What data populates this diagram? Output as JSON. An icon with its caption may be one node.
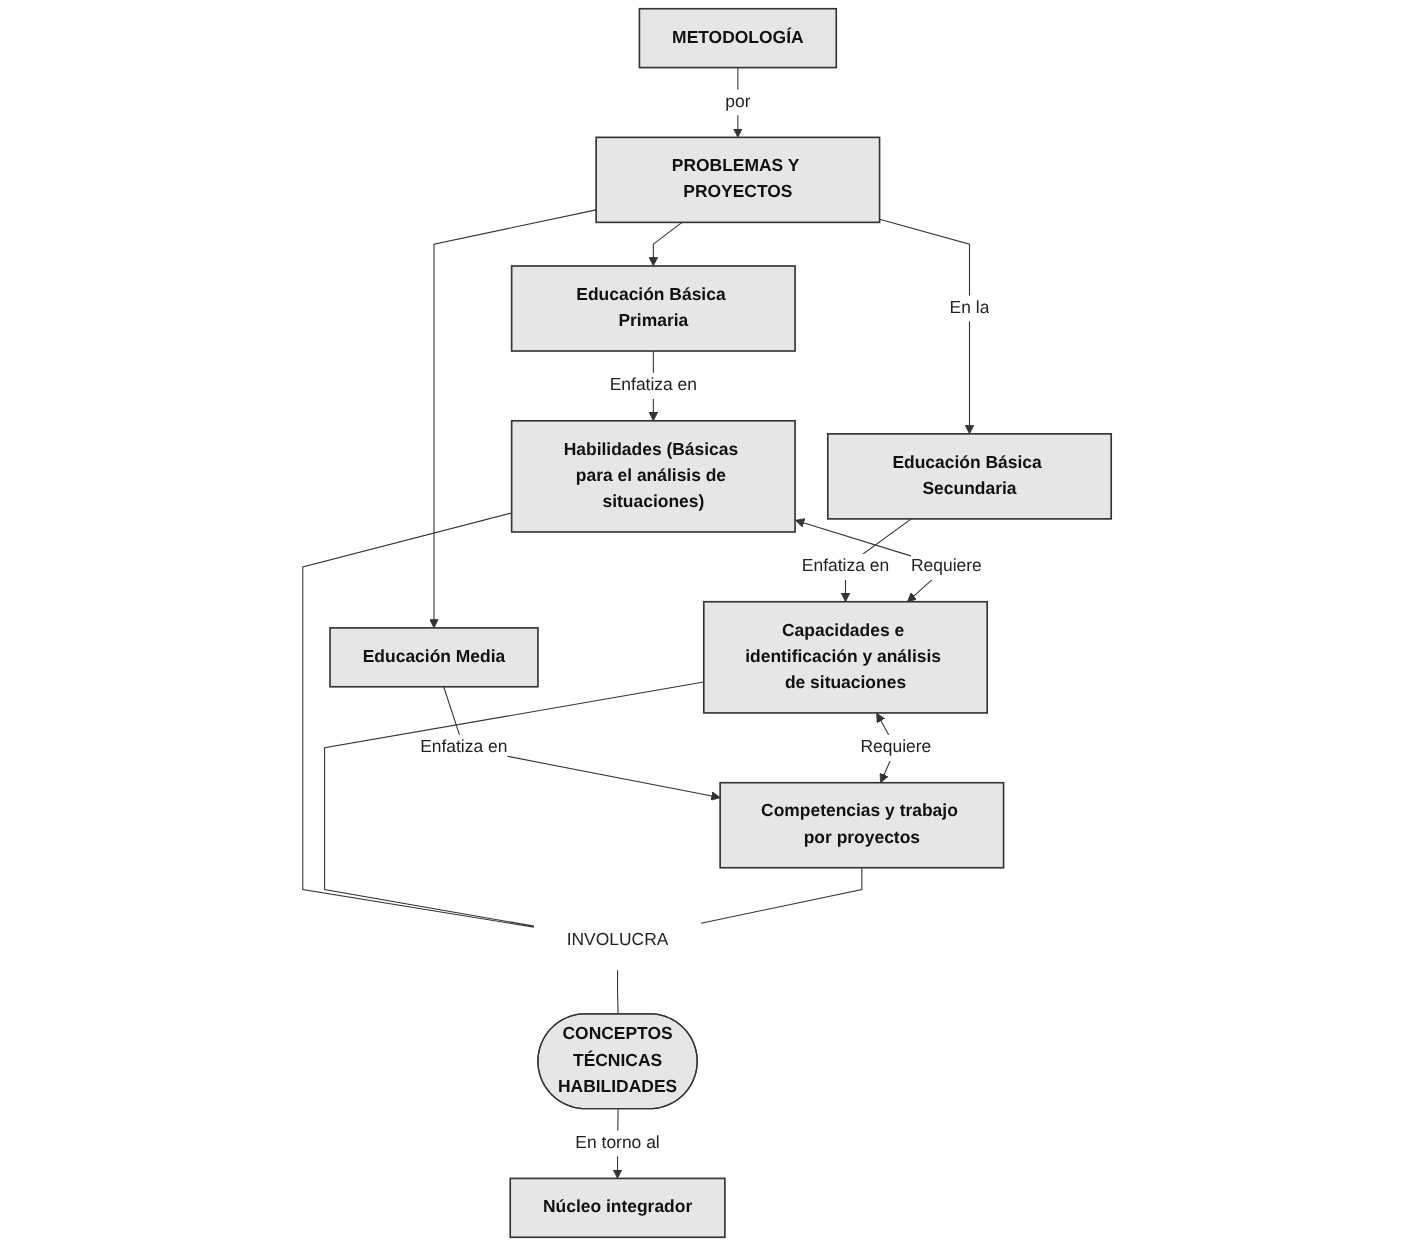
{
  "diagram": {
    "nodes": [
      {
        "text": [
          "METODOLOGÍA"
        ]
      },
      {
        "text": [
          "PROBLEMAS Y PROYECTOS"
        ]
      },
      {
        "text": [
          "Educación Básica Primaria"
        ]
      },
      {
        "text": [
          "Educación Básica Secundaria"
        ]
      },
      {
        "text": [
          "Educación Media"
        ]
      },
      {
        "text": [
          "Habilidades (Básicas para el análisis de situaciones)"
        ]
      },
      {
        "text": [
          "Capacidades e identificación y análisis de situaciones"
        ]
      },
      {
        "text": [
          "Competencias y trabajo por proyectos"
        ]
      },
      {
        "text": [
          "INVOLUCRA"
        ]
      },
      {
        "text": [
          "CONCEPTOS",
          "TÉCNICAS",
          "HABILIDADES"
        ]
      },
      {
        "text": [
          "Núcleo integrador"
        ]
      }
    ],
    "edges": [
      {
        "from": 0,
        "to": 1,
        "arrow": "to",
        "label": "por"
      },
      {
        "from": 1,
        "to": 2,
        "arrow": "to"
      },
      {
        "from": 1,
        "to": 3,
        "arrow": "to",
        "label": "En la"
      },
      {
        "from": 1,
        "to": 4,
        "arrow": "to"
      },
      {
        "from": 2,
        "to": 5,
        "arrow": "to",
        "label": "Enfatiza en"
      },
      {
        "from": 3,
        "to": 6,
        "arrow": "to",
        "label": "Enfatiza en"
      },
      {
        "from": 4,
        "to": 7,
        "arrow": "to",
        "label": "Enfatiza en"
      },
      {
        "from": 5,
        "to": 6,
        "arrow": "both",
        "label": "Requiere"
      },
      {
        "from": 6,
        "to": 7,
        "arrow": "both",
        "label": "Requiere"
      },
      {
        "from": 5,
        "to": 8,
        "arrow": "none"
      },
      {
        "from": 6,
        "to": 8,
        "arrow": "none"
      },
      {
        "from": 7,
        "to": 8,
        "arrow": "none"
      },
      {
        "from": 8,
        "to": 9,
        "arrow": "none"
      },
      {
        "from": 9,
        "to": 10,
        "arrow": "to",
        "label": "En torno al"
      }
    ]
  }
}
